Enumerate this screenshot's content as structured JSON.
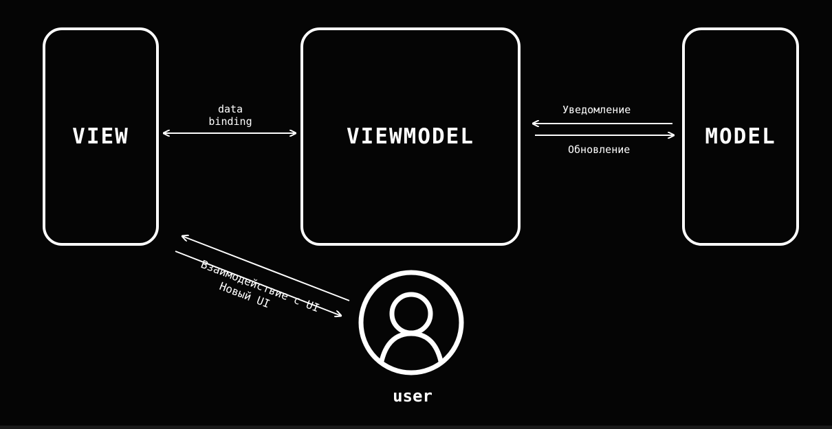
{
  "diagram": {
    "nodes": {
      "view": "VIEW",
      "viewmodel": "VIEWMODEL",
      "model": "MODEL"
    },
    "edges": {
      "data_binding": "data\nbinding",
      "notification": "Уведомление",
      "update": "Обновление",
      "ui_interaction": "Взаимодействие с UI",
      "new_ui": "Новый UI"
    },
    "user": {
      "label": "user",
      "icon": "user-avatar-icon"
    },
    "colors": {
      "background": "#050505",
      "foreground": "#ffffff"
    }
  }
}
